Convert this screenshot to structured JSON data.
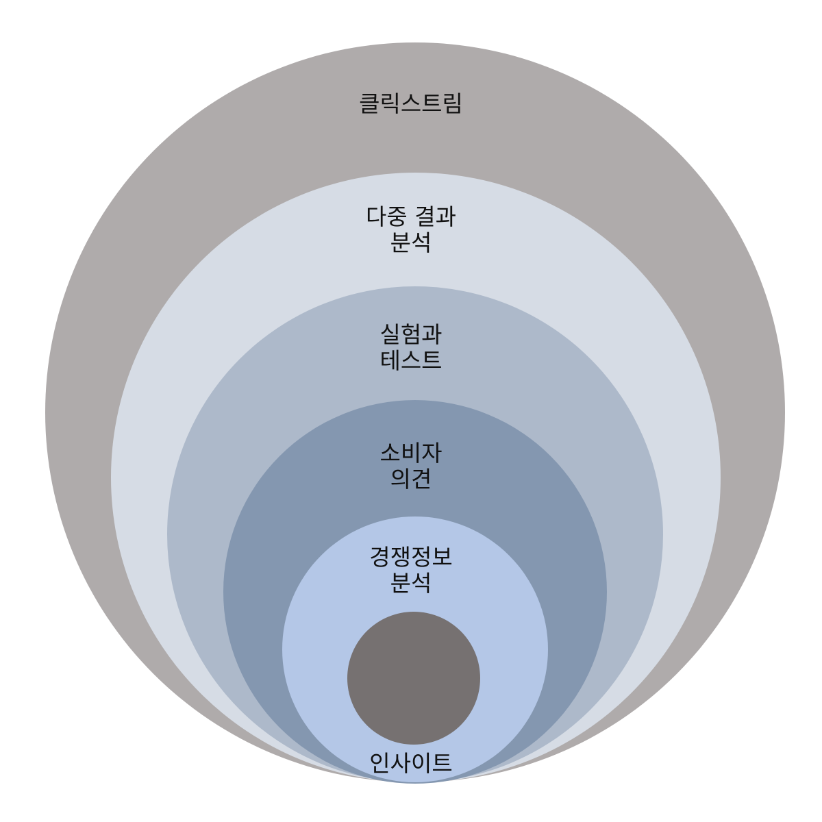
{
  "diagram": {
    "type": "nested-circles",
    "layers": [
      {
        "id": "clickstream",
        "label": "클릭스트림",
        "color": "#AFABAB"
      },
      {
        "id": "multi-result-analysis",
        "label": "다중 결과\n분석",
        "color": "#D6DCE5"
      },
      {
        "id": "experiment-test",
        "label": "실험과\n테스트",
        "color": "#ADB9CA"
      },
      {
        "id": "consumer-opinion",
        "label": "소비자\n의견",
        "color": "#8497B0"
      },
      {
        "id": "competitive-intel",
        "label": "경쟁정보\n분석",
        "color": "#B4C7E7"
      },
      {
        "id": "insight",
        "label": "인사이트",
        "color": "#767171"
      }
    ]
  }
}
